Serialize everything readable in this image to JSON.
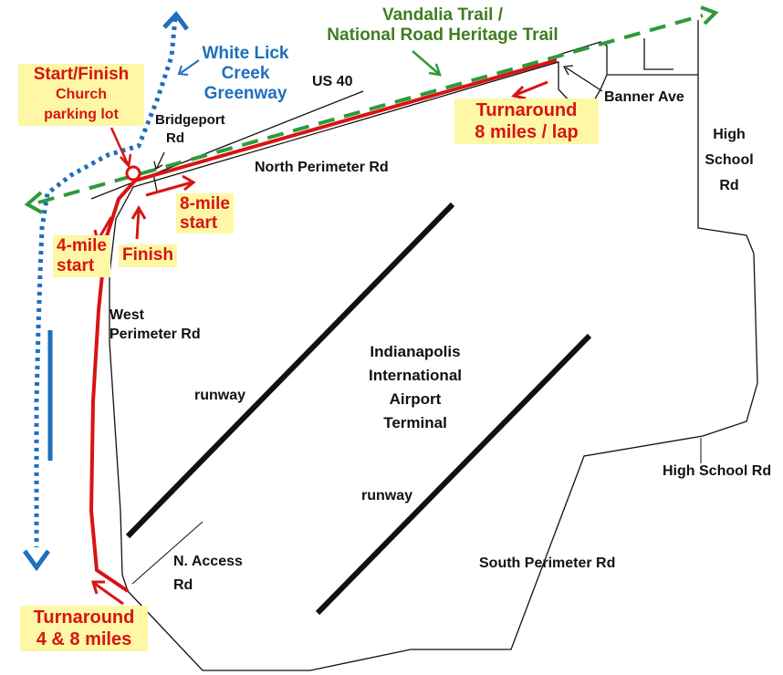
{
  "colors": {
    "route": "#d71414",
    "greenway": "#1f6fbd",
    "trail": "#2e9a3a",
    "trail_label": "#3f7d22",
    "road": "#111111",
    "highlight": "#fdf7a6"
  },
  "labels": {
    "vandalia_line1": "Vandalia Trail /",
    "vandalia_line2": "National Road Heritage Trail",
    "white_lick_line1": "White Lick",
    "white_lick_line2": "Creek",
    "white_lick_line3": "Greenway",
    "start_finish": "Start/Finish",
    "church_line1": "Church",
    "church_line2": "parking lot",
    "us40": "US 40",
    "bridgeport_line1": "Bridgeport",
    "bridgeport_line2": "Rd",
    "north_perimeter": "North Perimeter Rd",
    "eight_mile_line1": "8-mile",
    "eight_mile_line2": "start",
    "four_mile_line1": "4-mile",
    "four_mile_line2": "start",
    "finish": "Finish",
    "west_perimeter_line1": "West",
    "west_perimeter_line2": "Perimeter Rd",
    "runway_1": "runway",
    "runway_2": "runway",
    "terminal_line1": "Indianapolis",
    "terminal_line2": "International",
    "terminal_line3": "Airport",
    "terminal_line4": "Terminal",
    "turnaround_top_line1": "Turnaround",
    "turnaround_top_line2": "8 miles / lap",
    "banner_ave": "Banner Ave",
    "high_school_line1": "High",
    "high_school_line2": "School",
    "high_school_line3": "Rd",
    "high_school_rd": "High School Rd",
    "n_access_line1": "N. Access",
    "n_access_line2": "Rd",
    "south_perimeter": "South Perimeter Rd",
    "turnaround_bottom_line1": "Turnaround",
    "turnaround_bottom_line2": "4 & 8 miles"
  }
}
